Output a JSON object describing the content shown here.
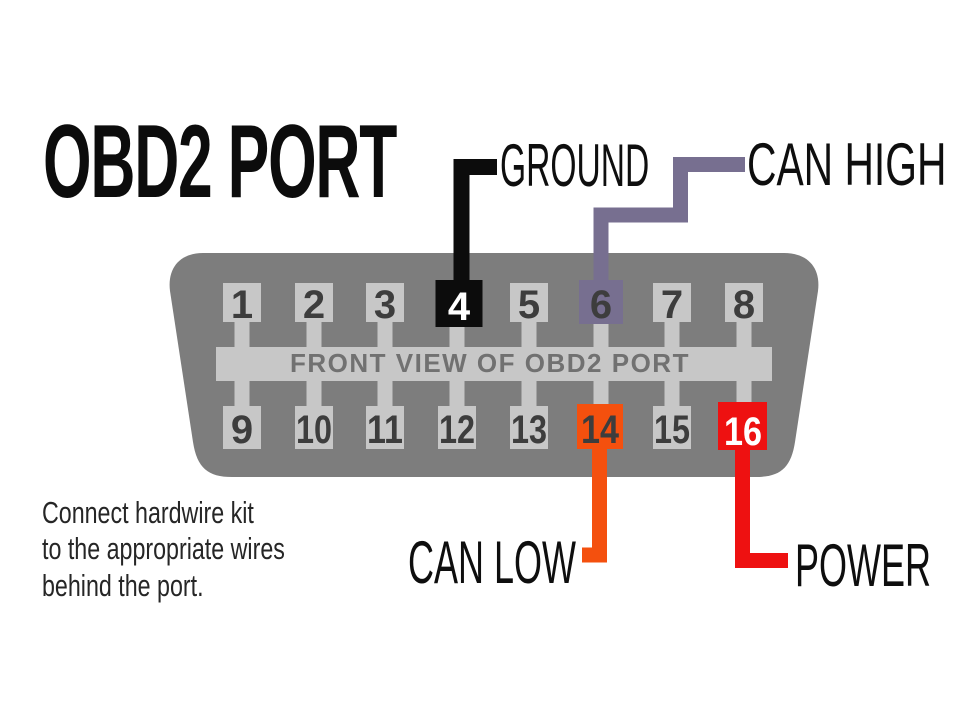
{
  "title": "OBD2 PORT",
  "port": {
    "caption": "FRONT VIEW OF OBD2 PORT",
    "pins_top": [
      "1",
      "2",
      "3",
      "4",
      "5",
      "6",
      "7",
      "8"
    ],
    "pins_bottom": [
      "9",
      "10",
      "11",
      "12",
      "13",
      "14",
      "15",
      "16"
    ]
  },
  "callouts": {
    "ground": "GROUND",
    "can_high": "CAN HIGH",
    "can_low": "CAN LOW",
    "power": "POWER"
  },
  "note": {
    "line1": "Connect hardwire kit",
    "line2": "to the appropriate wires",
    "line3": "behind the port."
  },
  "colors": {
    "ground": "#0c0c0c",
    "can_high": "#776f90",
    "can_low": "#f4500e",
    "power": "#ee1111",
    "port_body": "#7d7d7d",
    "pin_gray": "#c7c7c7"
  }
}
